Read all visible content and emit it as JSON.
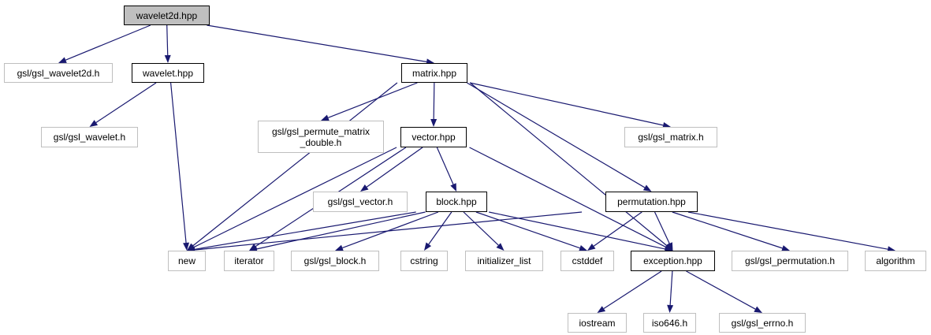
{
  "colors": {
    "edge": "#191970",
    "system_border": "#bfbfbf",
    "local_border": "#000000",
    "root_fill": "#bfbfbf"
  },
  "nodes": [
    {
      "id": "wavelet2d",
      "label": "wavelet2d.hpp",
      "kind": "root"
    },
    {
      "id": "gsl_wavelet2d",
      "label": "gsl/gsl_wavelet2d.h",
      "kind": "sys"
    },
    {
      "id": "wavelet",
      "label": "wavelet.hpp",
      "kind": "local"
    },
    {
      "id": "matrix",
      "label": "matrix.hpp",
      "kind": "local"
    },
    {
      "id": "gsl_wavelet",
      "label": "gsl/gsl_wavelet.h",
      "kind": "sys"
    },
    {
      "id": "permute",
      "label": "gsl/gsl_permute_matrix\n_double.h",
      "kind": "sys"
    },
    {
      "id": "vector",
      "label": "vector.hpp",
      "kind": "local"
    },
    {
      "id": "gsl_matrix",
      "label": "gsl/gsl_matrix.h",
      "kind": "sys"
    },
    {
      "id": "gsl_vector",
      "label": "gsl/gsl_vector.h",
      "kind": "sys"
    },
    {
      "id": "block",
      "label": "block.hpp",
      "kind": "local"
    },
    {
      "id": "permutation",
      "label": "permutation.hpp",
      "kind": "local"
    },
    {
      "id": "new",
      "label": "new",
      "kind": "sys"
    },
    {
      "id": "iterator",
      "label": "iterator",
      "kind": "sys"
    },
    {
      "id": "gsl_block",
      "label": "gsl/gsl_block.h",
      "kind": "sys"
    },
    {
      "id": "cstring",
      "label": "cstring",
      "kind": "sys"
    },
    {
      "id": "initializer_list",
      "label": "initializer_list",
      "kind": "sys"
    },
    {
      "id": "cstddef",
      "label": "cstddef",
      "kind": "sys"
    },
    {
      "id": "exception",
      "label": "exception.hpp",
      "kind": "local"
    },
    {
      "id": "gsl_permutation",
      "label": "gsl/gsl_permutation.h",
      "kind": "sys"
    },
    {
      "id": "algorithm",
      "label": "algorithm",
      "kind": "sys"
    },
    {
      "id": "iostream",
      "label": "iostream",
      "kind": "sys"
    },
    {
      "id": "iso646",
      "label": "iso646.h",
      "kind": "sys"
    },
    {
      "id": "gsl_errno",
      "label": "gsl/gsl_errno.h",
      "kind": "sys"
    }
  ],
  "edges": [
    [
      "wavelet2d",
      "gsl_wavelet2d"
    ],
    [
      "wavelet2d",
      "wavelet"
    ],
    [
      "wavelet2d",
      "matrix"
    ],
    [
      "wavelet",
      "gsl_wavelet"
    ],
    [
      "wavelet",
      "new"
    ],
    [
      "matrix",
      "new"
    ],
    [
      "matrix",
      "permute"
    ],
    [
      "matrix",
      "vector"
    ],
    [
      "matrix",
      "gsl_matrix"
    ],
    [
      "matrix",
      "permutation"
    ],
    [
      "matrix",
      "exception"
    ],
    [
      "vector",
      "new"
    ],
    [
      "vector",
      "iterator"
    ],
    [
      "vector",
      "gsl_vector"
    ],
    [
      "vector",
      "block"
    ],
    [
      "vector",
      "exception"
    ],
    [
      "block",
      "new"
    ],
    [
      "block",
      "iterator"
    ],
    [
      "block",
      "gsl_block"
    ],
    [
      "block",
      "cstring"
    ],
    [
      "block",
      "initializer_list"
    ],
    [
      "block",
      "cstddef"
    ],
    [
      "block",
      "exception"
    ],
    [
      "permutation",
      "new"
    ],
    [
      "permutation",
      "cstddef"
    ],
    [
      "permutation",
      "exception"
    ],
    [
      "permutation",
      "gsl_permutation"
    ],
    [
      "permutation",
      "algorithm"
    ],
    [
      "exception",
      "iostream"
    ],
    [
      "exception",
      "iso646"
    ],
    [
      "exception",
      "gsl_errno"
    ]
  ]
}
